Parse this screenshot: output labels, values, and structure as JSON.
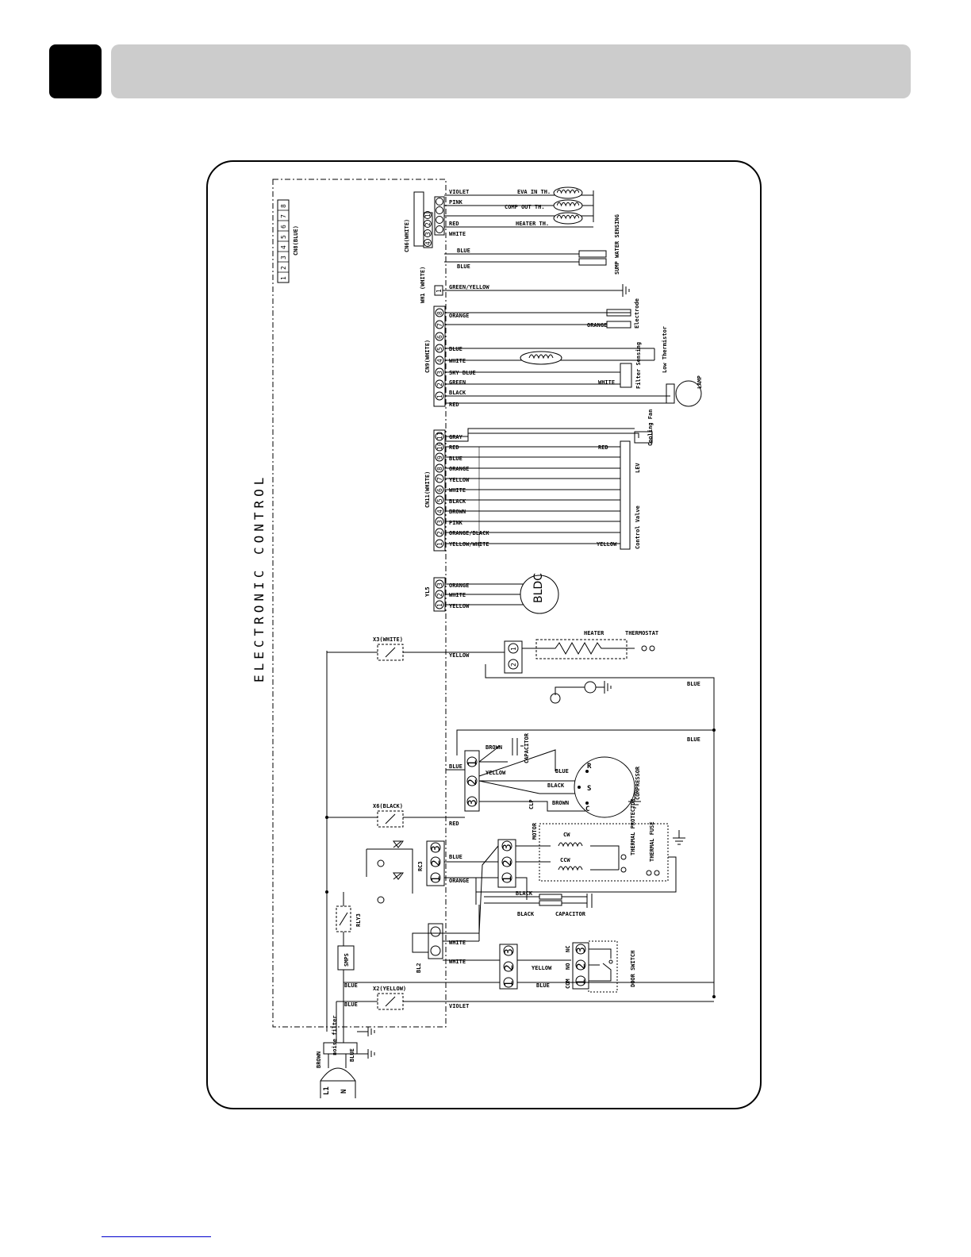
{
  "page": {
    "header_text": ""
  },
  "diagram": {
    "main_title": "ELECTRONIC CONTROL",
    "cn8": {
      "name": "CN8(BLUE)",
      "pins": [
        "1",
        "2",
        "3",
        "4",
        "5",
        "6",
        "7",
        "8"
      ]
    },
    "cn6": {
      "name": "CN6(WHITE)",
      "pins": [
        "4",
        "3",
        "2",
        "1"
      ],
      "wires": [
        "VIOLET",
        "PINK",
        "RED",
        "WHITE",
        "BLUE",
        "BLUE"
      ],
      "sensors": [
        "EVA IN TH.",
        "COMP OUT TH.",
        "HEATER TH."
      ],
      "sump": "SUMP WATER SENSING"
    },
    "cn1": {
      "name": "WH1 (WHITE)",
      "pin": "1",
      "wire": "GREEN/YELLOW"
    },
    "cn9": {
      "name": "CN9(WHITE)",
      "pins": [
        "8",
        "7",
        "6",
        "5",
        "4",
        "3",
        "2",
        "1"
      ],
      "wires": [
        "ORANGE",
        "BLUE",
        "WHITE",
        "SKY BLUE",
        "GREEN",
        "BLACK",
        "RED"
      ],
      "right_wires": [
        "ORANGE",
        "WHITE"
      ],
      "electrode": "Electrode",
      "thermistor": "Low Thermistor",
      "sensing": "Filter Sensing",
      "lamp": "LAMP"
    },
    "cn11": {
      "name": "CN11(WHITE)",
      "pins": [
        "11",
        "10",
        "9",
        "8",
        "7",
        "6",
        "5",
        "4",
        "3",
        "2",
        "1"
      ],
      "wires": [
        "GRAY",
        "RED",
        "BLUE",
        "ORANGE",
        "YELLOW",
        "WHITE",
        "BLACK",
        "BROWN",
        "PINK",
        "ORANGE/BLACK",
        "YELLOW/WHITE"
      ],
      "right_top": "RED",
      "right_bottom": "YELLOW",
      "fan": "Cooling Fan",
      "lev": "LEV",
      "valve": "Control Valve"
    },
    "cn5": {
      "name": "YL5",
      "pins": [
        "3",
        "2",
        "1"
      ],
      "wires": [
        "ORANGE",
        "WHITE",
        "YELLOW"
      ],
      "motor": "BLDC"
    },
    "heater": {
      "relay": "X3(WHITE)",
      "wire": "YELLOW",
      "label": "HEATER",
      "thermostat": "THERMOSTAT",
      "pins": [
        "1",
        "2"
      ]
    },
    "ground_wires": [
      "BLUE",
      "BLUE"
    ],
    "compressor": {
      "relay": "X6(BLACK)",
      "wires": [
        "BLUE",
        "RED"
      ],
      "inner_wires": [
        "BROWN",
        "YELLOW",
        "BLUE",
        "BLACK",
        "BROWN"
      ],
      "capacitor": "CAPACITOR",
      "clp": "CLP",
      "label": "COMPRESSOR",
      "terminals": [
        "R",
        "S",
        "C"
      ],
      "pins": [
        "1",
        "2",
        "3"
      ]
    },
    "motor": {
      "label": "MOTOR",
      "cw": "CW",
      "ccw": "CCW",
      "thermal_protector": "THERMAL PROTECTOR",
      "thermal_fuse": "THERMAL FUSE",
      "capacitor": "CAPACITOR",
      "blacks": [
        "BLACK",
        "BLACK"
      ],
      "pins": [
        "3",
        "2",
        "1"
      ]
    },
    "rc3": {
      "name": "RC3",
      "wires": [
        "BLUE",
        "ORANGE"
      ],
      "pins": [
        "3",
        "2",
        "1"
      ]
    },
    "rly3": "RLY3",
    "bl2": {
      "name": "BL2",
      "wires": [
        "WHITE",
        "WHITE"
      ]
    },
    "door": {
      "label": "DOOR SWITCH",
      "wire": "YELLOW",
      "pins": [
        "3",
        "2",
        "1"
      ],
      "contacts": [
        "NC",
        "NO",
        "COM"
      ],
      "bottom_wire": "BLUE"
    },
    "smps": "SMPS",
    "x2": {
      "relay": "X2(YELLOW)",
      "wire": "VIOLET"
    },
    "power": {
      "wires": [
        "BLUE",
        "BLUE"
      ],
      "brown": "BROWN",
      "blue": "BLUE",
      "filter": "noise filter",
      "l1": "L1",
      "n": "N"
    }
  }
}
